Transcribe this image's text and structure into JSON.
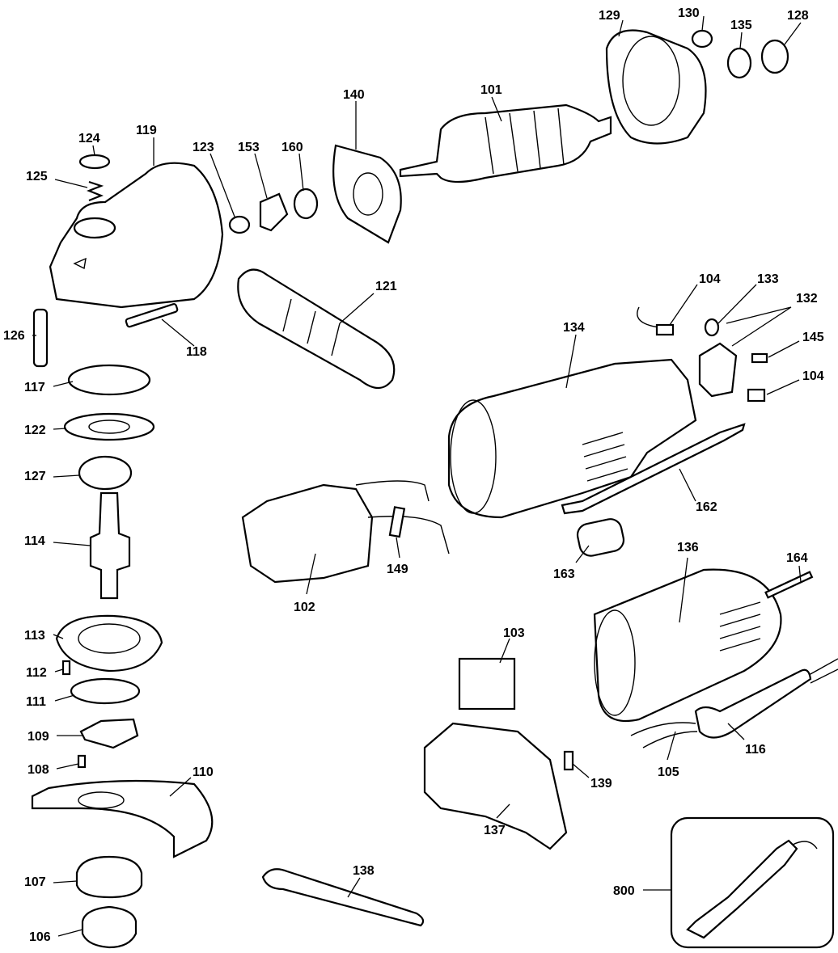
{
  "diagram": {
    "type": "exploded parts diagram",
    "labels": [
      "129",
      "130",
      "135",
      "128",
      "101",
      "140",
      "124",
      "119",
      "123",
      "153",
      "160",
      "125",
      "104",
      "133",
      "132",
      "121",
      "134",
      "145",
      "104",
      "126",
      "118",
      "117",
      "122",
      "127",
      "162",
      "114",
      "149",
      "163",
      "136",
      "164",
      "102",
      "113",
      "103",
      "112",
      "111",
      "109",
      "108",
      "110",
      "139",
      "105",
      "116",
      "137",
      "138",
      "107",
      "800",
      "106"
    ],
    "inset_label": "800"
  }
}
